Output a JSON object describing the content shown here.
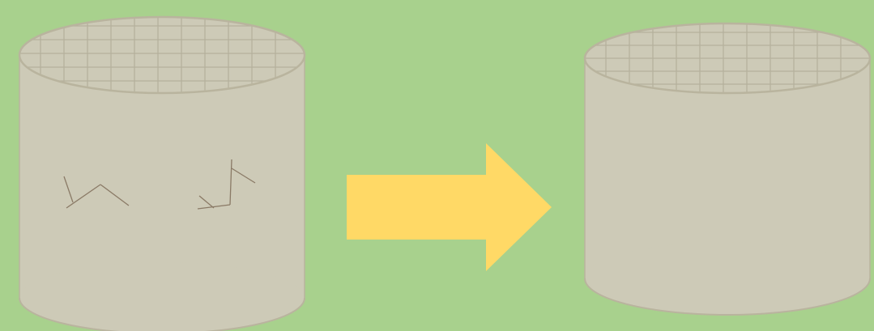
{
  "colors": {
    "background": "#a8d18d",
    "cylinder_fill": "#cdcab7",
    "cylinder_edge": "#b9b49e",
    "grid_line": "#b5b09c",
    "crack_line": "#8a7a66",
    "arrow": "#ffd966"
  },
  "diagram": {
    "left_cylinder": {
      "icon": "cylinder-with-cracks",
      "has_cracks": true,
      "has_grid_top": true
    },
    "arrow": {
      "icon": "right-arrow"
    },
    "right_cylinder": {
      "icon": "cylinder-intact",
      "has_cracks": false,
      "has_grid_top": true
    }
  }
}
